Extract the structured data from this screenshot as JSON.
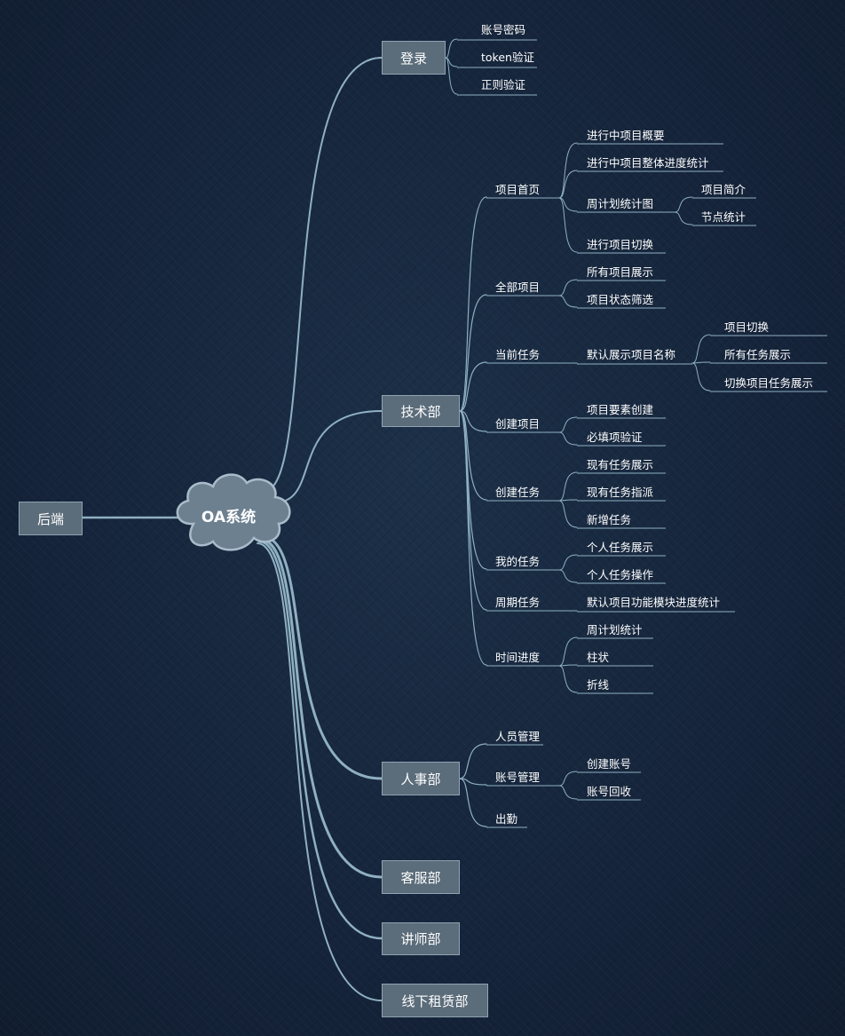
{
  "root": {
    "label": "后端"
  },
  "center": {
    "label": "OA系统"
  },
  "branches": {
    "login": {
      "label": "登录",
      "children": [
        "账号密码",
        "token验证",
        "正则验证"
      ]
    },
    "tech": {
      "label": "技术部",
      "groups": {
        "home": {
          "label": "项目首页",
          "items": [
            "进行中项目概要",
            "进行中项目整体进度统计",
            "周计划统计图",
            "进行项目切换"
          ],
          "sub": [
            "项目简介",
            "节点统计"
          ]
        },
        "all": {
          "label": "全部项目",
          "items": [
            "所有项目展示",
            "项目状态筛选"
          ]
        },
        "current": {
          "label": "当前任务",
          "items": [
            "默认展示项目名称"
          ],
          "sub": [
            "项目切换",
            "所有任务展示",
            "切换项目任务展示"
          ]
        },
        "create_project": {
          "label": "创建项目",
          "items": [
            "项目要素创建",
            "必填项验证"
          ]
        },
        "create_task": {
          "label": "创建任务",
          "items": [
            "现有任务展示",
            "现有任务指派",
            "新增任务"
          ]
        },
        "my_task": {
          "label": "我的任务",
          "items": [
            "个人任务展示",
            "个人任务操作"
          ]
        },
        "periodic": {
          "label": "周期任务",
          "items": [
            "默认项目功能模块进度统计"
          ]
        },
        "progress": {
          "label": "时间进度",
          "items": [
            "周计划统计",
            "柱状",
            "折线"
          ]
        }
      }
    },
    "hr": {
      "label": "人事部",
      "groups": {
        "staff": {
          "label": "人员管理"
        },
        "account": {
          "label": "账号管理",
          "items": [
            "创建账号",
            "账号回收"
          ]
        },
        "attendance": {
          "label": "出勤"
        }
      }
    },
    "service": {
      "label": "客服部"
    },
    "lecturer": {
      "label": "讲师部"
    },
    "rental": {
      "label": "线下租赁部"
    }
  },
  "colors": {
    "background": "#16263a",
    "line": "#8fb0c2",
    "node_fill": "#5b6c7a",
    "node_border": "#8fa3b2",
    "cloud_fill": "#6c8090",
    "text": "#ffffff"
  }
}
